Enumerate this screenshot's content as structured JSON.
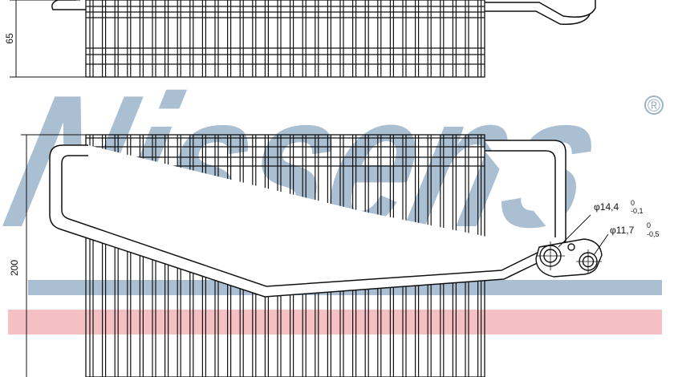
{
  "watermark": {
    "brand_text": "Nissens",
    "registered_mark": "®",
    "blue": "#9cb4cb",
    "red": "#f3b9bd"
  },
  "dimensions": {
    "depth_label": "65",
    "height_label": "200"
  },
  "fittings": {
    "large_diameter": "φ14,4",
    "large_tol_upper": "0",
    "large_tol_lower": "-0,1",
    "small_diameter": "φ11,7",
    "small_tol_upper": "0",
    "small_tol_lower": "-0,5"
  },
  "colors": {
    "line": "#111111"
  }
}
